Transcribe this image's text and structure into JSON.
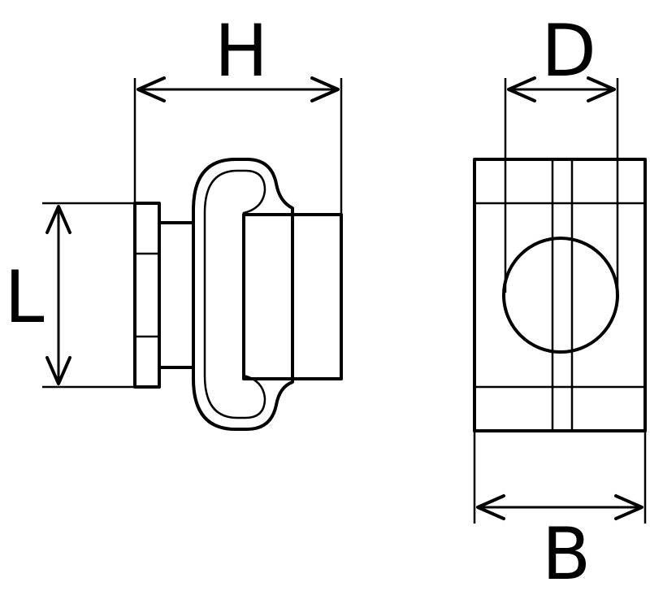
{
  "dimensions": {
    "height_label": "H",
    "length_label": "L",
    "diameter_label": "D",
    "width_label": "B"
  },
  "colors": {
    "line": "#000000",
    "background": "#ffffff",
    "fill": "#ffffff"
  }
}
